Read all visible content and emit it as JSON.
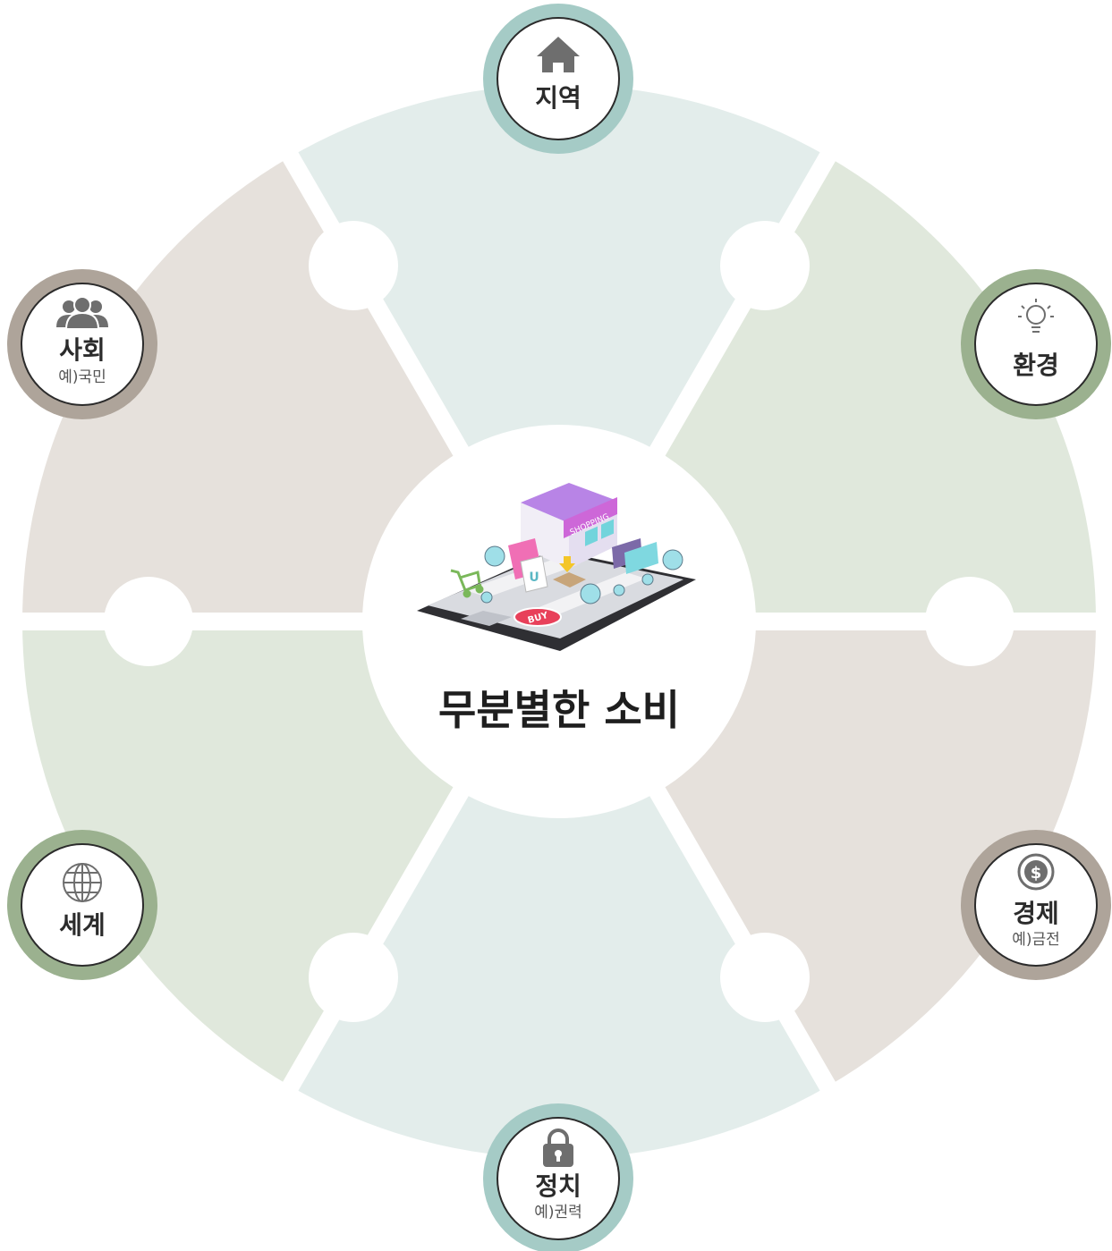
{
  "center": {
    "title": "무분별한 소비",
    "illustration_labels": {
      "sign": "SHOPPING",
      "button": "BUY",
      "bag_letter": "U"
    }
  },
  "nodes": {
    "region": {
      "title": "지역",
      "subtitle": "",
      "icon": "house-icon"
    },
    "environment": {
      "title": "환경",
      "subtitle": "",
      "icon": "lightbulb-icon"
    },
    "economy": {
      "title": "경제",
      "subtitle": "예)금전",
      "icon": "dollar-coin-icon"
    },
    "politics": {
      "title": "정치",
      "subtitle": "예)권력",
      "icon": "padlock-icon"
    },
    "world": {
      "title": "세계",
      "subtitle": "",
      "icon": "globe-icon"
    },
    "society": {
      "title": "사회",
      "subtitle": "예)국민",
      "icon": "people-group-icon"
    }
  },
  "colors": {
    "teal_sector": "#e3edeb",
    "green_sector": "#e0e8dc",
    "taupe_sector": "#e6e1dc",
    "teal_ring": "#a5cbc6",
    "green_ring": "#9bb18f",
    "taupe_ring": "#aea49a",
    "icon": "#6e6e6e",
    "circle_stroke": "#2b2b2b"
  }
}
